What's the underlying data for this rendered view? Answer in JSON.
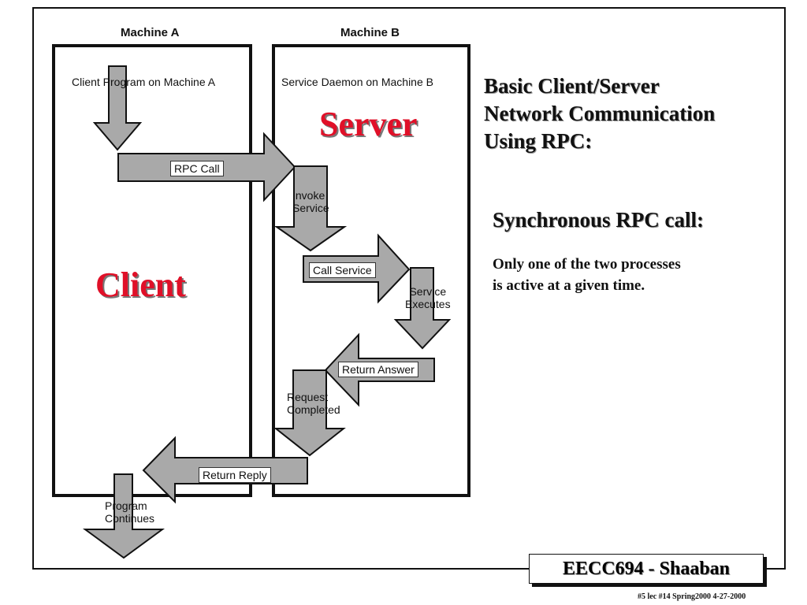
{
  "machines": {
    "a_title": "Machine A",
    "b_title": "Machine B"
  },
  "diagram": {
    "client_program": "Client Program on Machine A",
    "service_daemon": "Service Daemon on Machine B",
    "server_label": "Server",
    "client_label": "Client",
    "rpc_call": "RPC Call",
    "invoke_service": [
      "Invoke",
      "Service"
    ],
    "call_service": "Call Service",
    "service_executes": [
      "Service",
      "Executes"
    ],
    "return_answer": "Return Answer",
    "request_completed": [
      "Request",
      "Completed"
    ],
    "return_reply": "Return Reply",
    "program_continues": [
      "Program",
      "Continues"
    ]
  },
  "text": {
    "heading_lines": [
      "Basic Client/Server",
      "Network Communication",
      "Using RPC:"
    ],
    "subheading": "Synchronous RPC call:",
    "body_lines": [
      "Only one of the two processes",
      "is active at a given time."
    ]
  },
  "footer": {
    "course": "EECC694 - Shaaban",
    "note": "#5  lec #14  Spring2000   4-27-2000"
  },
  "colors": {
    "accent_red": "#e01028",
    "arrow_gray": "#a9a9a9"
  }
}
